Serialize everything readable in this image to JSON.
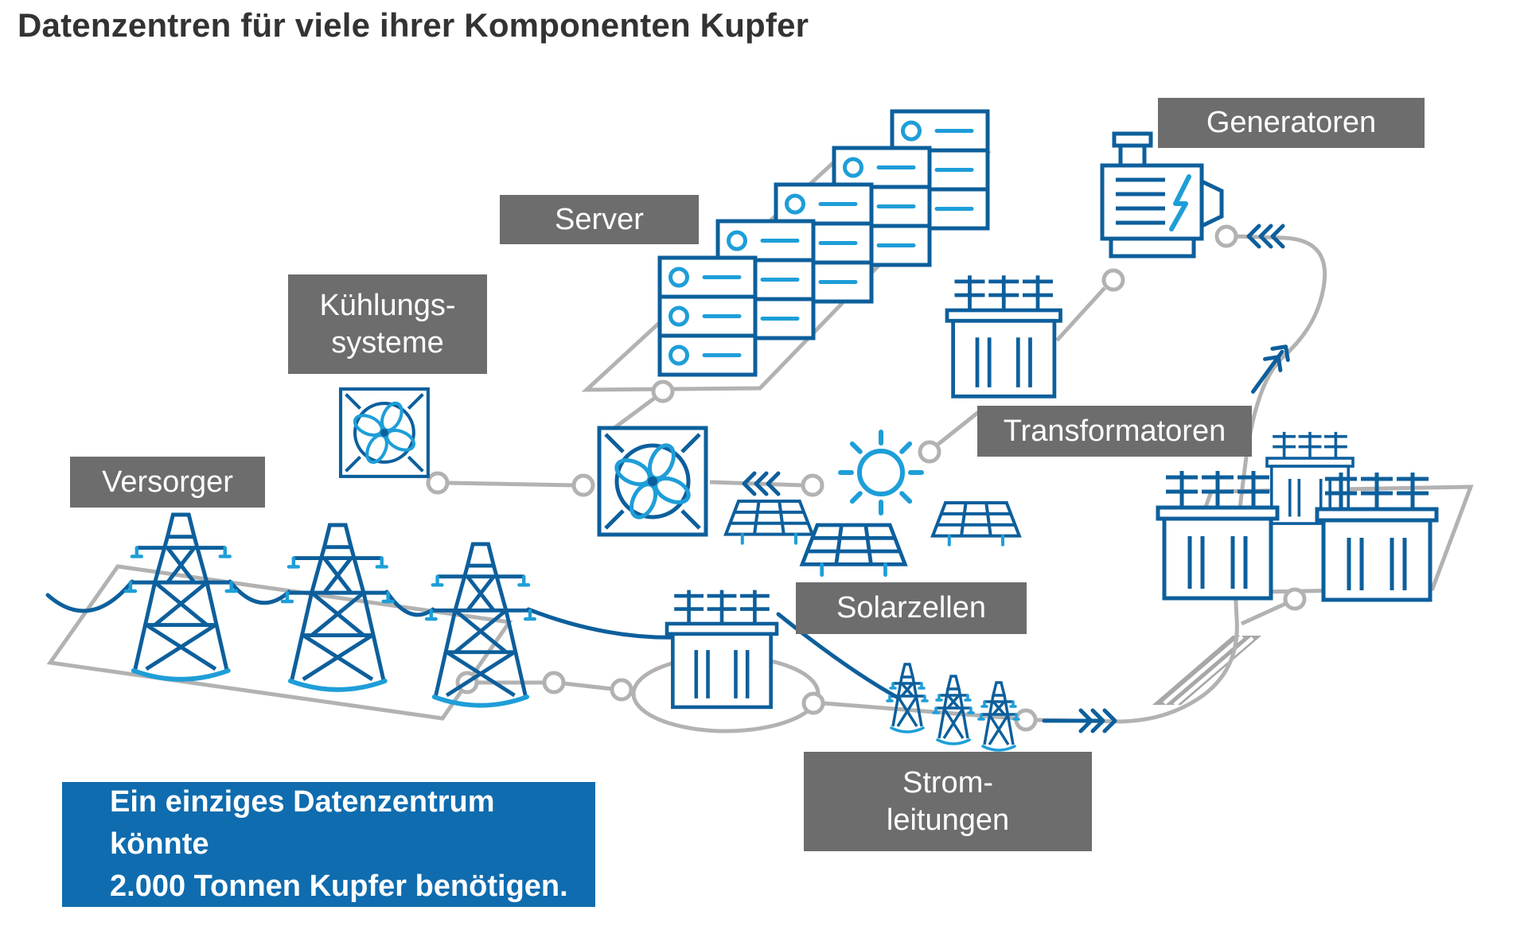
{
  "title": "Datenzentren für viele ihrer Komponenten Kupfer",
  "labels": {
    "generatoren": "Generatoren",
    "server": "Server",
    "kuehlungssysteme_line1": "Kühlungs-",
    "kuehlungssysteme_line2": "systeme",
    "versorger": "Versorger",
    "transformatoren": "Transformatoren",
    "solarzellen": "Solarzellen",
    "stromleitungen_line1": "Strom-",
    "stromleitungen_line2": "leitungen"
  },
  "callout": {
    "line1": "Ein einziges Datenzentrum könnte",
    "line2": "2.000 Tonnen Kupfer benötigen."
  },
  "colors": {
    "accent_blue": "#0f6cae",
    "dark_blue": "#0d5f9c",
    "light_blue": "#1e9ed8",
    "label_gray": "#6d6d6d",
    "connector_gray": "#b2b2b2",
    "title_color": "#333333"
  },
  "icons": {
    "server": "server-rack-icon",
    "generator": "generator-icon",
    "cooling": "cooling-fan-icon",
    "transformer": "transformer-icon",
    "sun": "sun-icon",
    "solar_panel": "solar-panel-icon",
    "pylon": "transmission-tower-icon",
    "mini_pylon": "small-transmission-tower-icon",
    "arrow_left": "triple-chevron-left-icon",
    "arrow_right": "triple-chevron-right-icon",
    "arrow_up_right": "double-chevron-up-right-icon",
    "duct": "cable-duct-icon",
    "node": "connector-node"
  }
}
